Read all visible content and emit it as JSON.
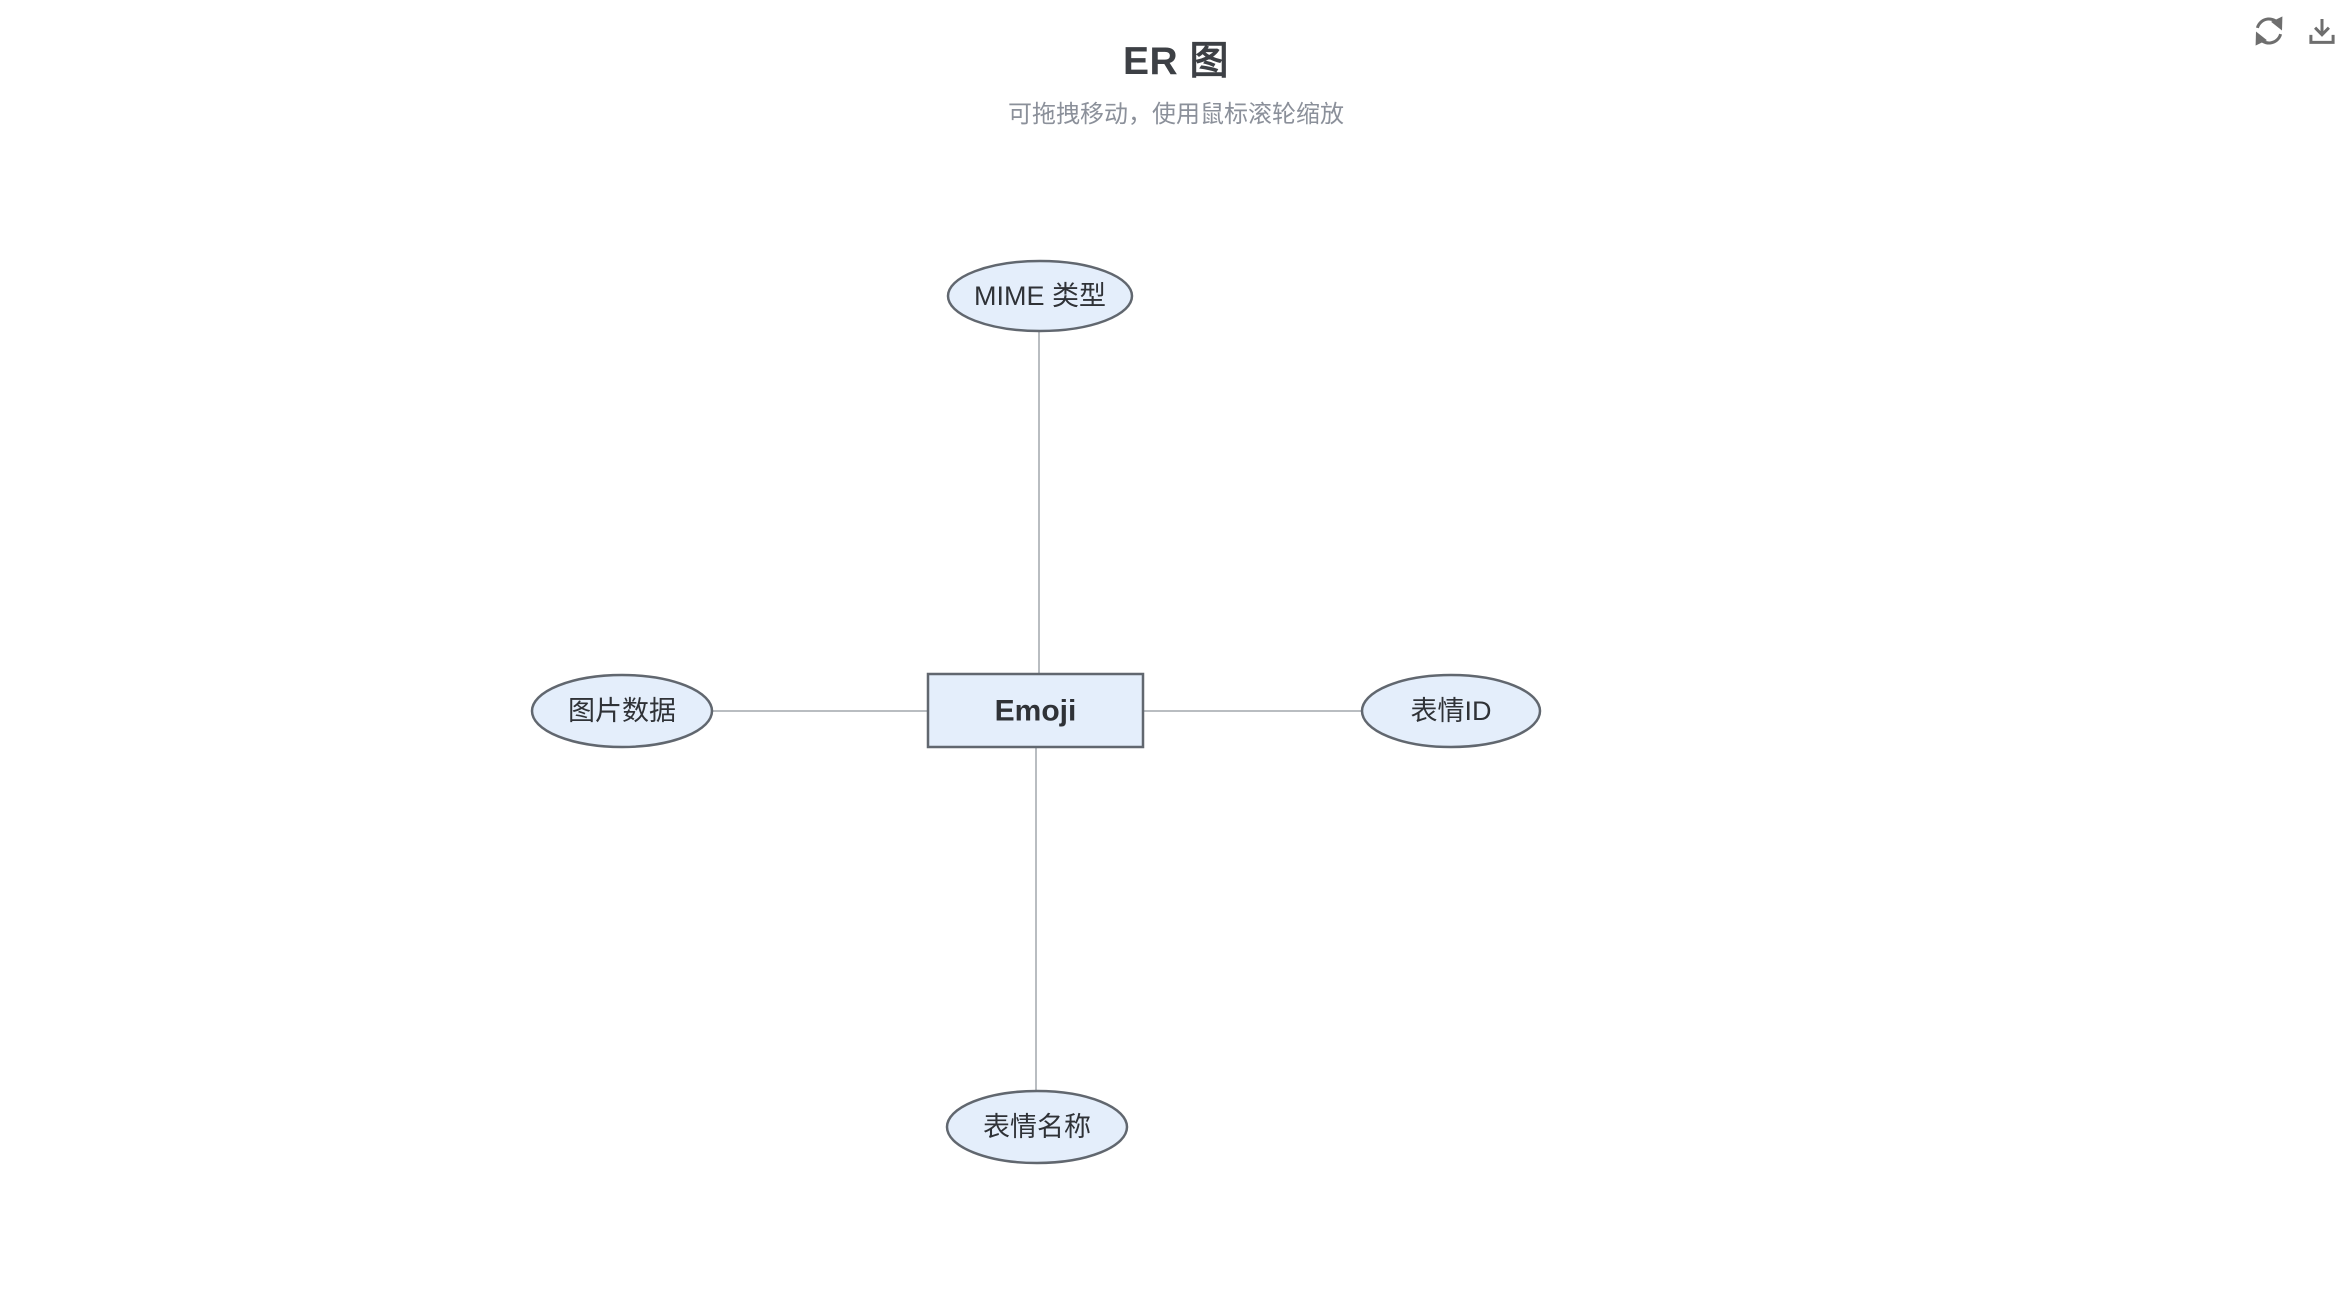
{
  "header": {
    "title": "ER 图",
    "subtitle": "可拖拽移动，使用鼠标滚轮缩放"
  },
  "toolbar": {
    "buttons": [
      {
        "icon": "refresh-icon",
        "action": "refresh"
      },
      {
        "icon": "download-icon",
        "action": "download"
      }
    ]
  },
  "diagram": {
    "entity": {
      "label": "Emoji",
      "shape": "rectangle"
    },
    "attributes": [
      {
        "label": "MIME 类型",
        "position": "top",
        "shape": "ellipse"
      },
      {
        "label": "表情ID",
        "position": "right",
        "shape": "ellipse"
      },
      {
        "label": "表情名称",
        "position": "bottom",
        "shape": "ellipse"
      },
      {
        "label": "图片数据",
        "position": "left",
        "shape": "ellipse"
      }
    ],
    "edges": [
      {
        "from": "Emoji",
        "to": "MIME 类型"
      },
      {
        "from": "Emoji",
        "to": "表情ID"
      },
      {
        "from": "Emoji",
        "to": "表情名称"
      },
      {
        "from": "Emoji",
        "to": "图片数据"
      }
    ],
    "colors": {
      "node_fill": "#e4eefb",
      "node_border": "#61676f",
      "connector": "#b9bdc1",
      "label_text": "#2f3237",
      "title_text": "#3d4045",
      "subtitle_text": "#8b909a",
      "icon": "#6e6e6e"
    }
  }
}
